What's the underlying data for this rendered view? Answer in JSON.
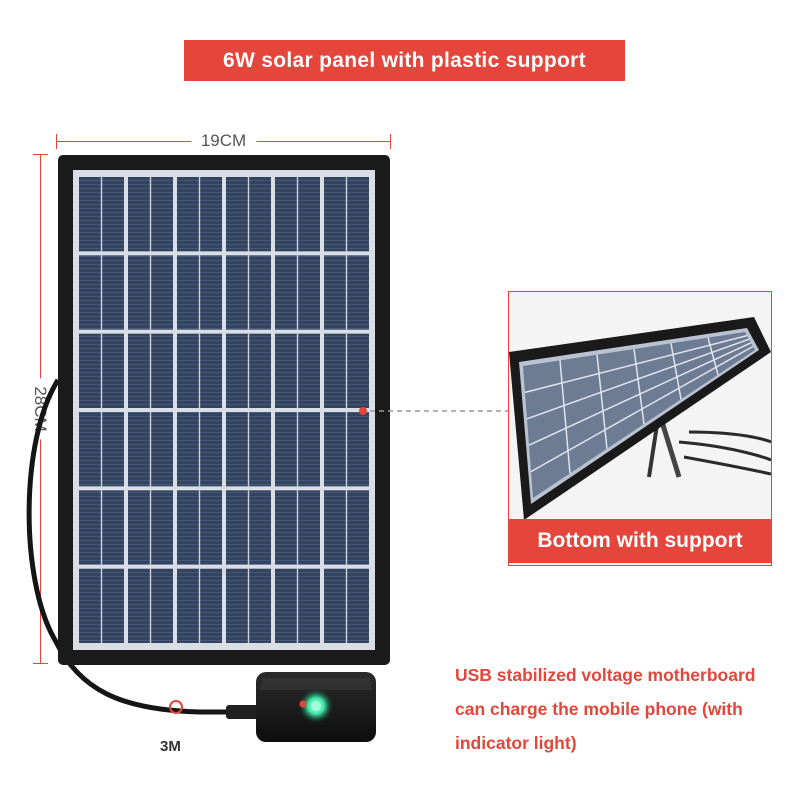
{
  "title": "6W solar panel with plastic support",
  "dimensions": {
    "width_label": "19CM",
    "height_label": "28CM"
  },
  "inset": {
    "caption": "Bottom with support"
  },
  "usb_description": {
    "line1": "USB stabilized voltage motherboard",
    "line2": "can charge the mobile phone (with",
    "line3": "indicator light)"
  },
  "cable": {
    "length_label": "3M"
  },
  "colors": {
    "accent": "#e5453a",
    "panel_frame": "#1a1a1a",
    "cell": "#2f3e58",
    "busbar": "#e8ecf2",
    "indicator": "#3fe6a6"
  }
}
